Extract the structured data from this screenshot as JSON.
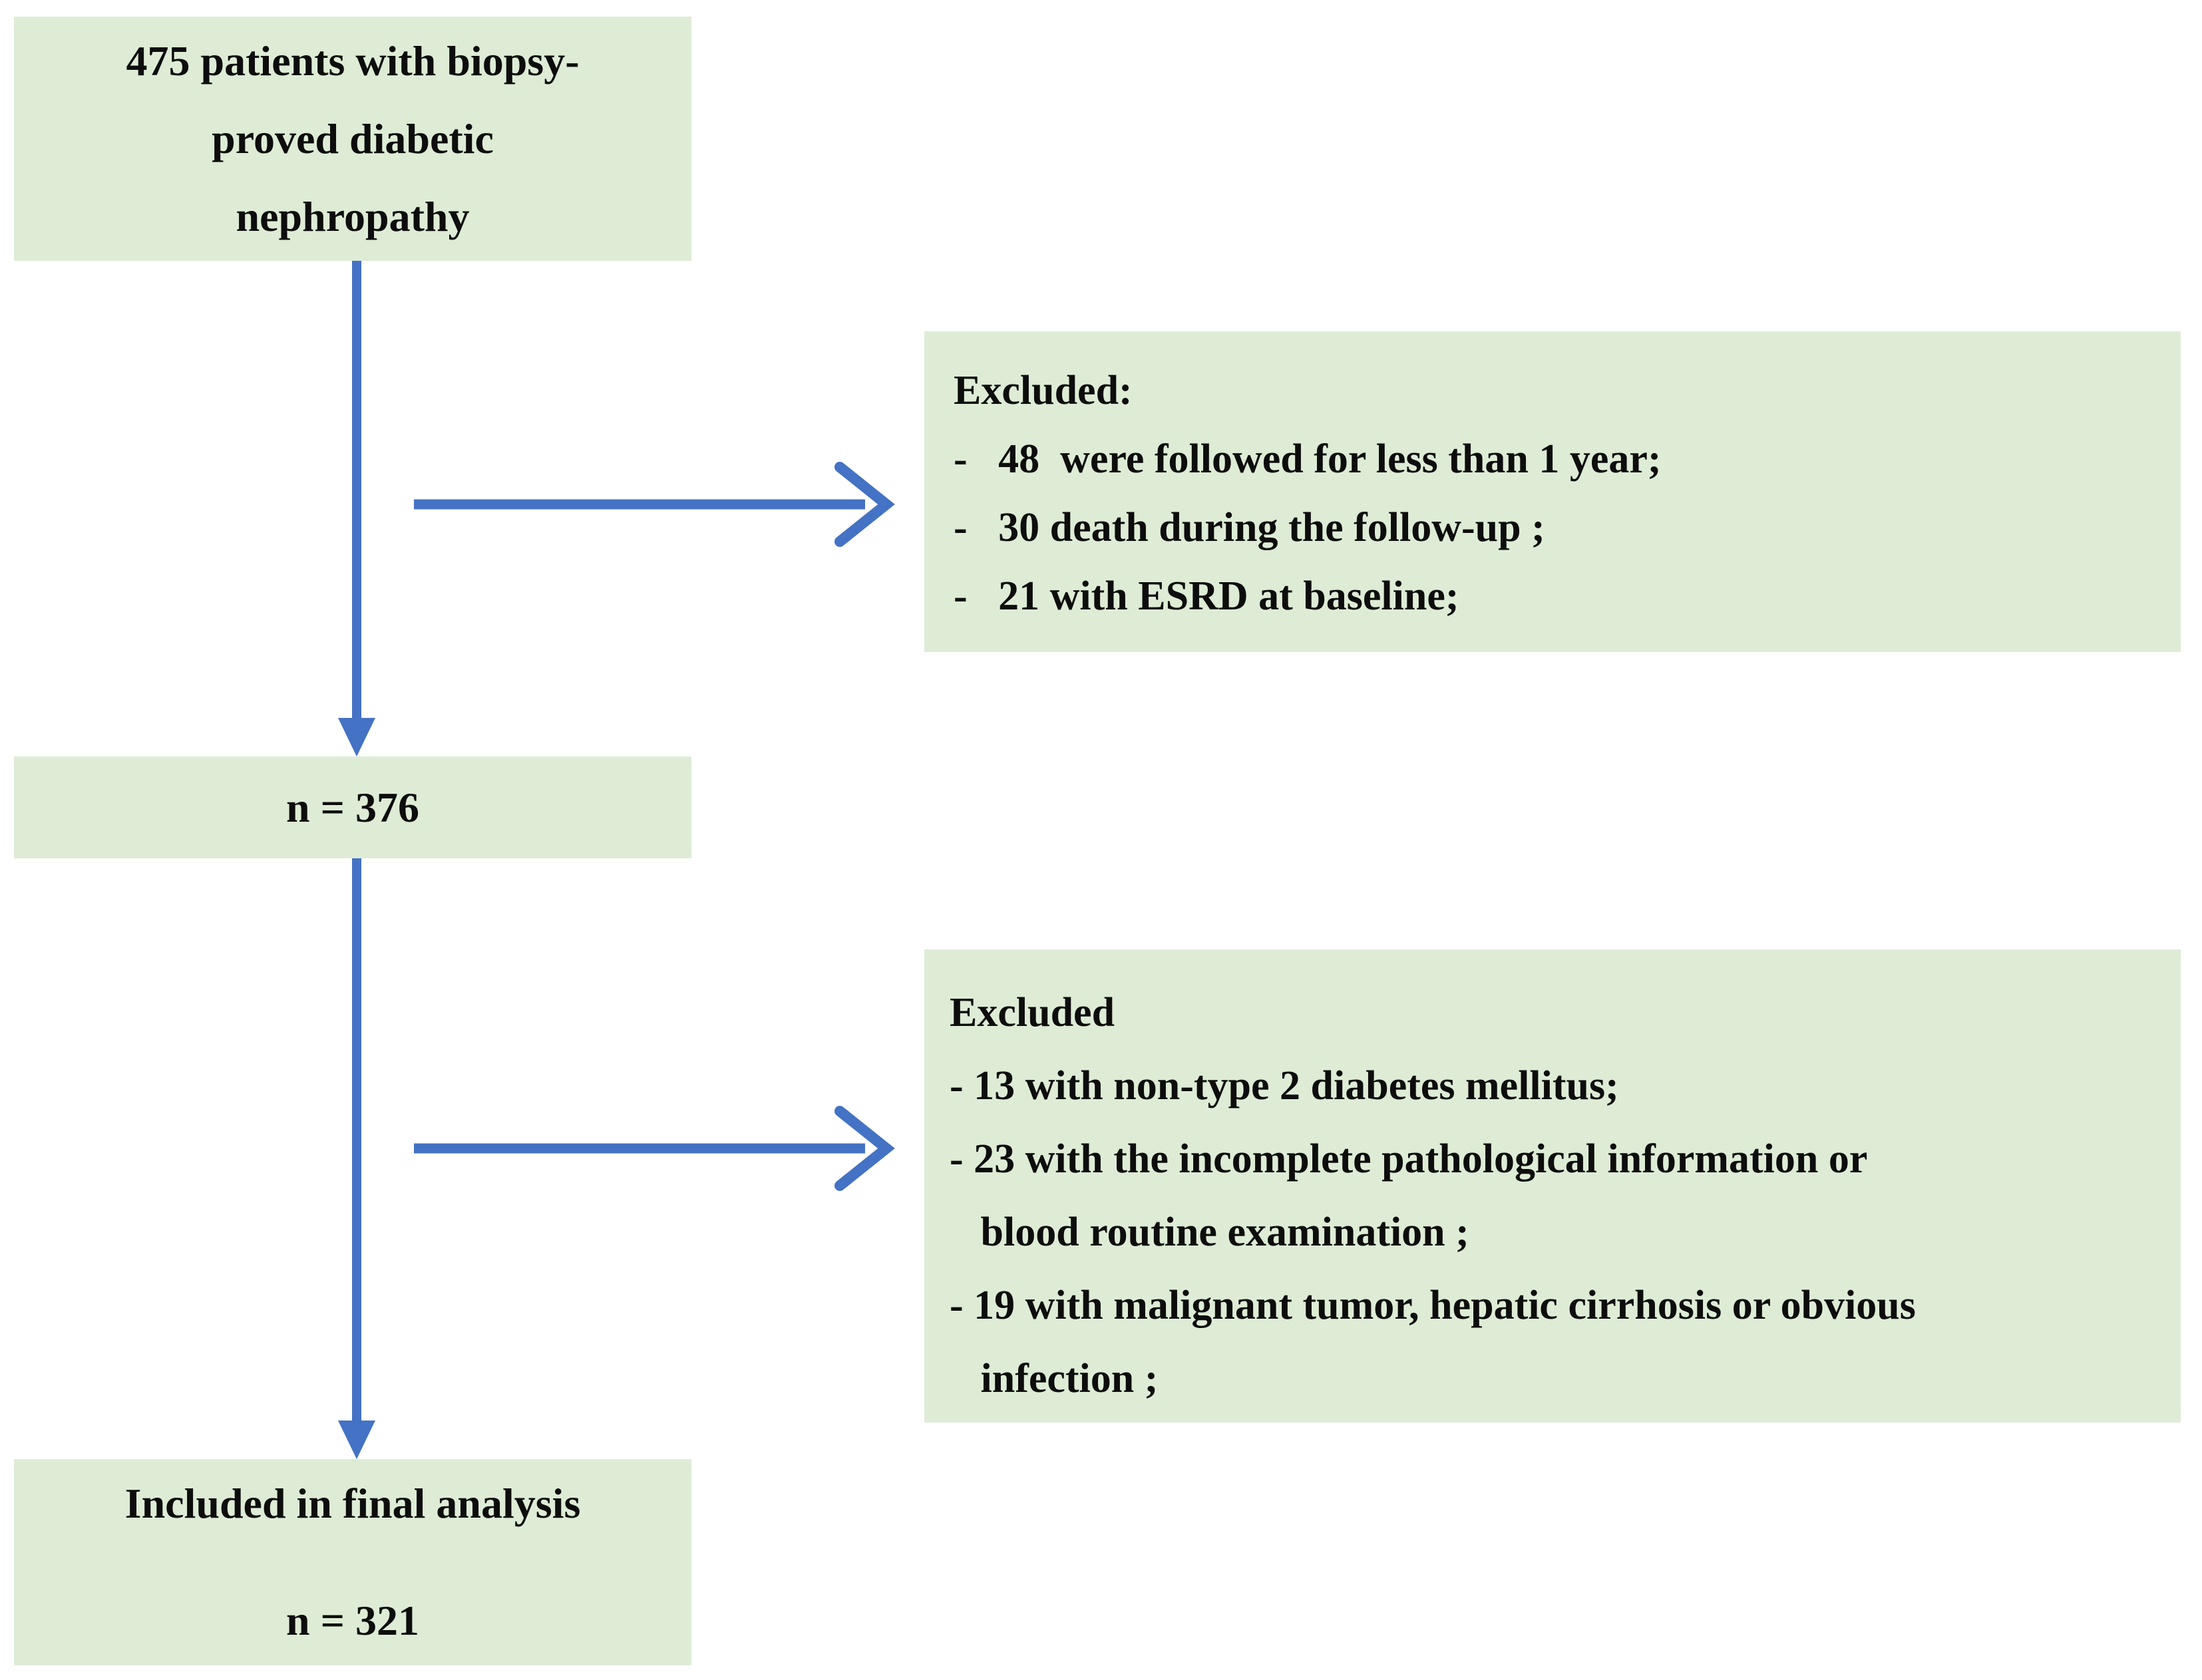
{
  "colors": {
    "box-fill": "#deecd6",
    "arrow": "#4472c4",
    "text": "#0d0d0d",
    "page-bg": "#ffffff"
  },
  "flow": {
    "start": {
      "lines": [
        "475 patients with biopsy-",
        "proved diabetic",
        "nephropathy"
      ]
    },
    "excluded1": {
      "title": "Excluded:",
      "items": [
        "-   48  were followed for less than 1 year;",
        "-   30 death during the follow-up ;",
        "-   21 with ESRD at baseline;"
      ]
    },
    "count": {
      "label": "n = 376"
    },
    "excluded2": {
      "title": "Excluded",
      "items": [
        "- 13 with non-type 2 diabetes mellitus;",
        "- 23 with the incomplete pathological information or",
        "   blood routine examination ;",
        "- 19 with malignant tumor, hepatic cirrhosis or obvious",
        "   infection ;"
      ]
    },
    "final": {
      "lines": [
        "Included in final analysis",
        "n = 321"
      ]
    }
  }
}
